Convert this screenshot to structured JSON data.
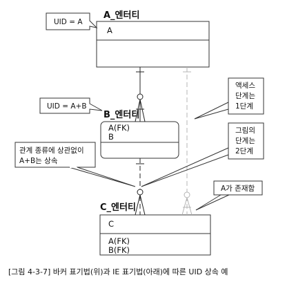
{
  "entities": {
    "a": {
      "title": "A_엔터티",
      "pk": [
        "A"
      ],
      "attrs": []
    },
    "b": {
      "title": "B_엔터티",
      "pk": [
        "A(FK)",
        "B"
      ],
      "attrs": []
    },
    "c": {
      "title": "C_엔터티",
      "pk": [
        "C"
      ],
      "attrs": [
        "A(FK)",
        "B(FK)"
      ]
    }
  },
  "notes": {
    "uid_a": "UID = A",
    "uid_ab": "UID = A+B",
    "relation": [
      "관계 종류에 상관없이",
      "A+B는 상속"
    ],
    "barker_access": [
      "액세스",
      "단계는",
      "1단계"
    ],
    "ie_access": [
      "그림의",
      "단계는",
      "2단계"
    ],
    "exists": "A가 존재함"
  },
  "caption": "[그림 4-3-7] 바커 표기법(위)과 IE 표기법(아래)에 따른 UID 상속 예",
  "colors": {
    "line": "#222222",
    "gray": "#b4b4b4",
    "box_border": "#333333"
  }
}
